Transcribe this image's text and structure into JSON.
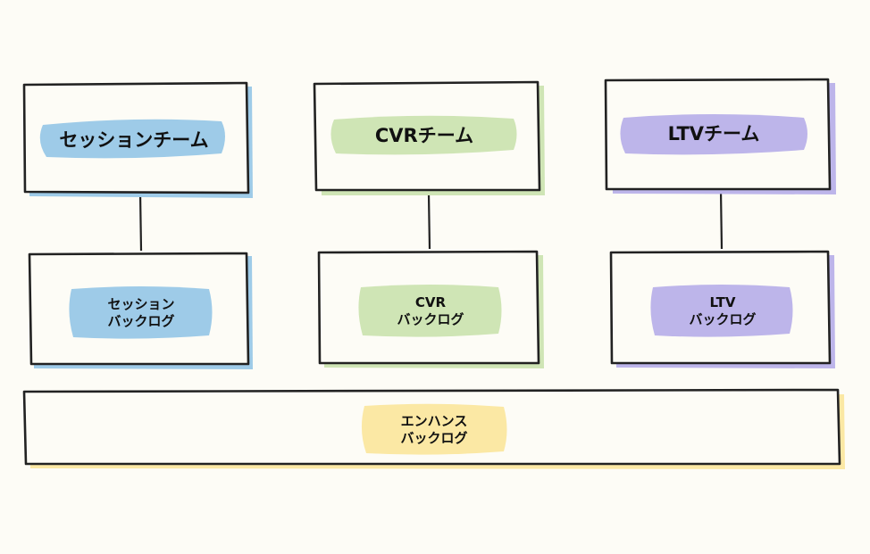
{
  "colors": {
    "background": "#fdfcf6",
    "stroke": "#222222",
    "session": "#9ecbe8",
    "cvr": "#cfe5b5",
    "ltv": "#bdb5ea",
    "enhance": "#fbe8a4"
  },
  "teams": [
    {
      "id": "session",
      "label": "セッションチーム",
      "color_key": "session"
    },
    {
      "id": "cvr",
      "label": "CVRチーム",
      "color_key": "cvr"
    },
    {
      "id": "ltv",
      "label": "LTVチーム",
      "color_key": "ltv"
    }
  ],
  "backlogs": [
    {
      "id": "session",
      "line1": "セッション",
      "line2": "バックログ",
      "color_key": "session"
    },
    {
      "id": "cvr",
      "line1": "CVR",
      "line2": "バックログ",
      "color_key": "cvr"
    },
    {
      "id": "ltv",
      "line1": "LTV",
      "line2": "バックログ",
      "color_key": "ltv"
    }
  ],
  "enhance_backlog": {
    "line1": "エンハンス",
    "line2": "バックログ",
    "color_key": "enhance"
  }
}
